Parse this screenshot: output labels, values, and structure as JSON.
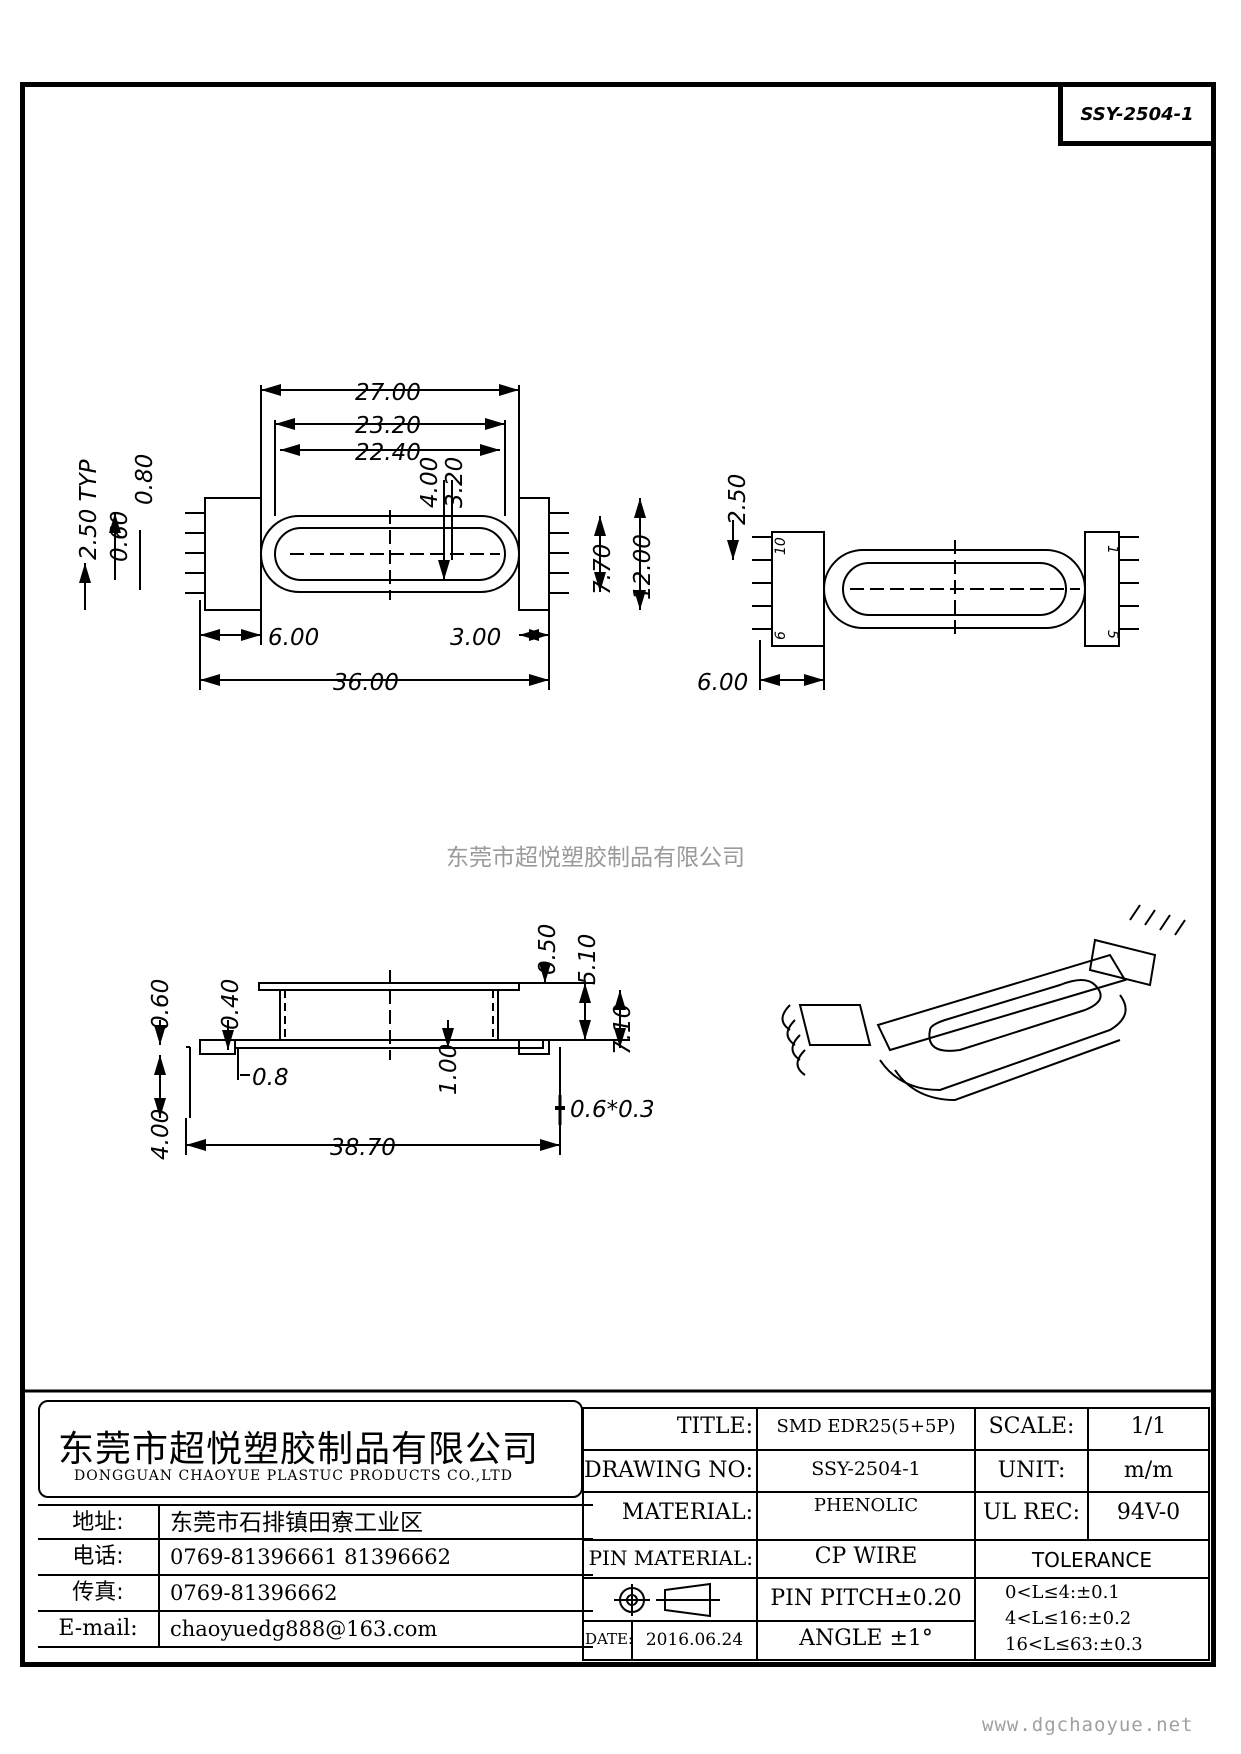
{
  "drawing_code": "SSY-2504-1",
  "watermark": "东莞市超悦塑胶制品有限公司",
  "website": "www.dgchaoyue.net",
  "dimensions": {
    "top_view": {
      "d1": "27.00",
      "d2": "23.20",
      "d3": "22.40",
      "d4": "4.00",
      "d5": "3.20",
      "d6": "0.80",
      "d7": "2.50 TYP",
      "d8": "0.60",
      "d9": "7.70",
      "d10": "12.00",
      "d11": "6.00",
      "d12": "3.00",
      "d13": "36.00"
    },
    "side_view": {
      "d1": "2.50",
      "d2": "6.00",
      "pin_a1": "10",
      "pin_a2": "6",
      "pin_b1": "1",
      "pin_b2": "5"
    },
    "front_view": {
      "d1": "0.50",
      "d2": "5.10",
      "d3": "7.10",
      "d4": "0.60",
      "d5": "0.40",
      "d6": "0.8",
      "d7": "1.00",
      "d8": "0.6*0.3",
      "d9": "4.00",
      "d10": "38.70"
    }
  },
  "title_block": {
    "company_cn": "东莞市超悦塑胶制品有限公司",
    "company_en": "DONGGUAN CHAOYUE PLASTUC PRODUCTS CO.,LTD",
    "address_label": "地址:",
    "address": "东莞市石排镇田寮工业区",
    "phone_label": "电话:",
    "phone": "0769-81396661   81396662",
    "fax_label": "传真:",
    "fax": "0769-81396662",
    "email_label": "E-mail:",
    "email": "chaoyuedg888@163.com",
    "title_label": "TITLE:",
    "title": "SMD EDR25(5+5P)",
    "drawing_no_label": "DRAWING NO:",
    "drawing_no": "SSY-2504-1",
    "material_label": "MATERIAL:",
    "material": "PHENOLIC",
    "pin_material_label": "PIN MATERIAL:",
    "pin_material": "CP WIRE",
    "pin_pitch": "PIN PITCH±0.20",
    "date_label": "DATE:",
    "date": "2016.06.24",
    "angle": "ANGLE  ±1°",
    "scale_label": "SCALE:",
    "scale": "1/1",
    "unit_label": "UNIT:",
    "unit": "m/m",
    "ul_rec_label": "UL REC:",
    "ul_rec": "94V-0",
    "tolerance_label": "TOLERANCE",
    "tol1": "0<L≤4:±0.1",
    "tol2": "4<L≤16:±0.2",
    "tol3": "16<L≤63:±0.3"
  }
}
